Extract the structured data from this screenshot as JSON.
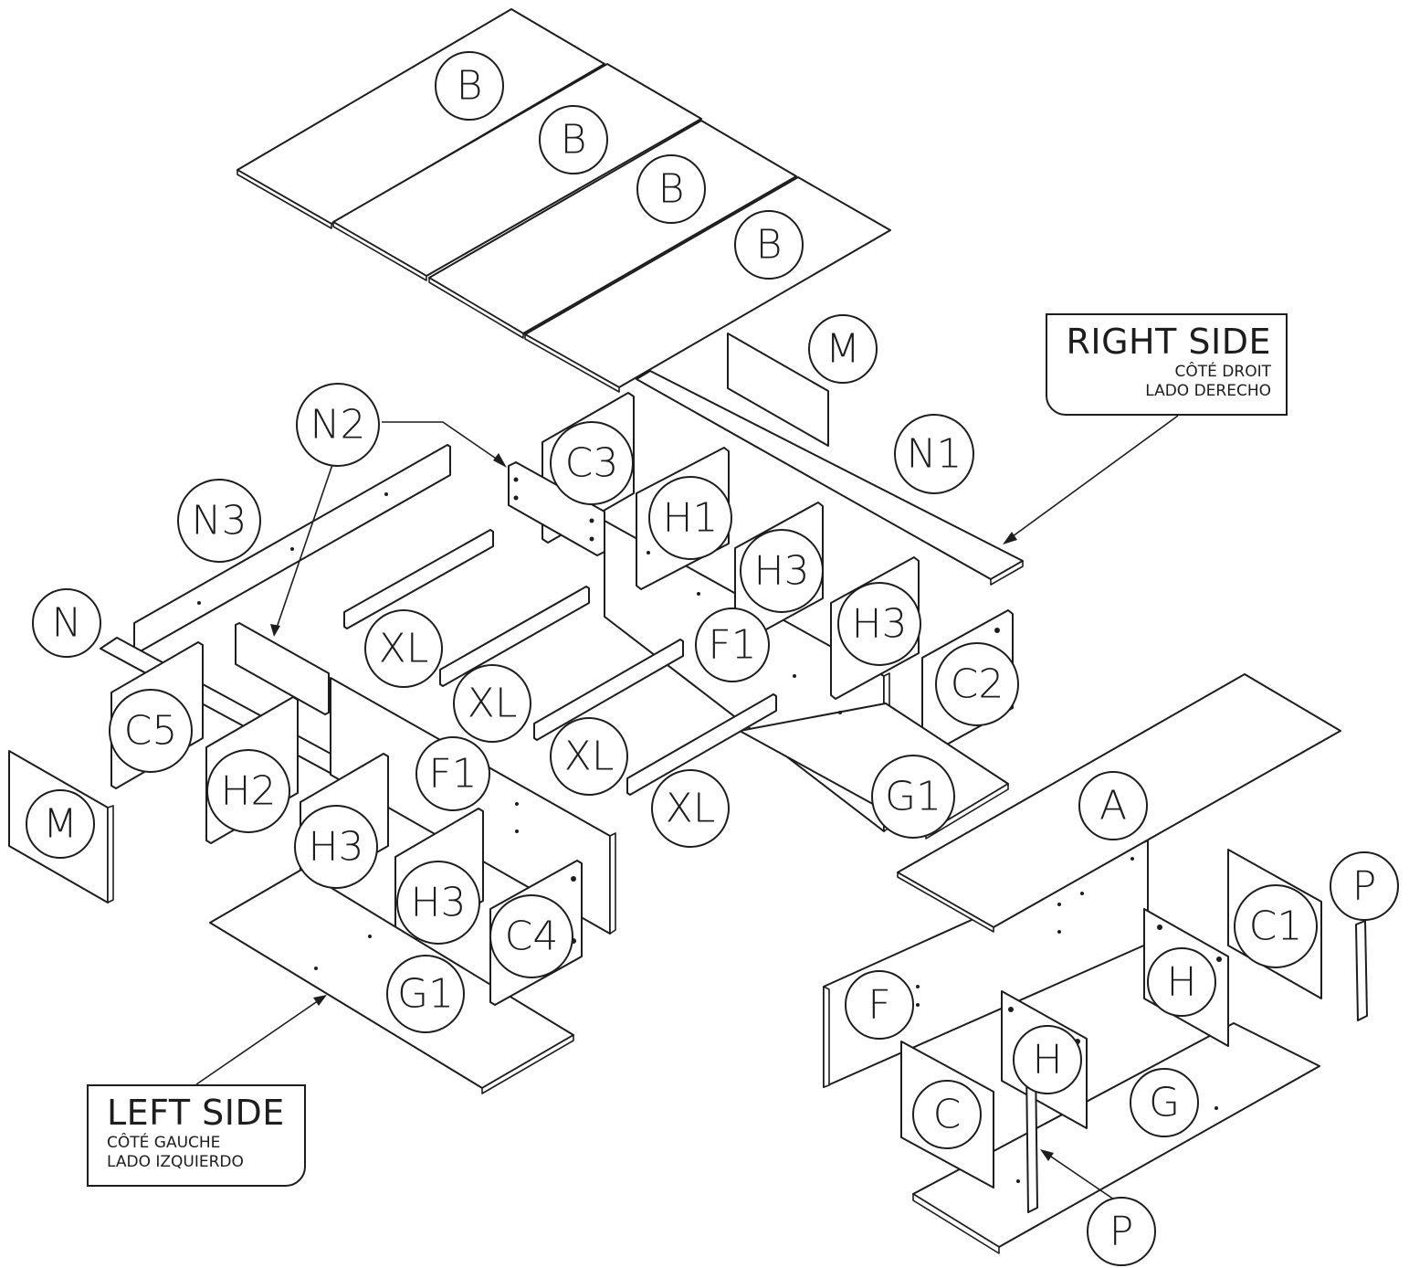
{
  "diagram": {
    "labels": {
      "b1": "B",
      "b2": "B",
      "b3": "B",
      "b4": "B",
      "m_right": "M",
      "m_left": "M",
      "n1": "N1",
      "n2": "N2",
      "n3": "N3",
      "n": "N",
      "c1": "C1",
      "c2": "C2",
      "c3": "C3",
      "c4": "C4",
      "c5": "C5",
      "c": "C",
      "h1": "H1",
      "h2": "H2",
      "h3_a": "H3",
      "h3_b": "H3",
      "h3_c": "H3",
      "h3_d": "H3",
      "h_a": "H",
      "h_b": "H",
      "f1_a": "F1",
      "f1_b": "F1",
      "f": "F",
      "g1_a": "G1",
      "g1_b": "G1",
      "g": "G",
      "xl_a": "XL",
      "xl_b": "XL",
      "xl_c": "XL",
      "xl_d": "XL",
      "a": "A",
      "p_a": "P",
      "p_b": "P"
    },
    "right_side": {
      "title": "RIGHT SIDE",
      "sub_fr": "CÔTÉ DROIT",
      "sub_es": "LADO DERECHO"
    },
    "left_side": {
      "title": "LEFT SIDE",
      "sub_fr": "CÔTÉ GAUCHE",
      "sub_es": "LADO IZQUIERDO"
    },
    "line_color": "#1d1d1d",
    "background": "#ffffff"
  }
}
